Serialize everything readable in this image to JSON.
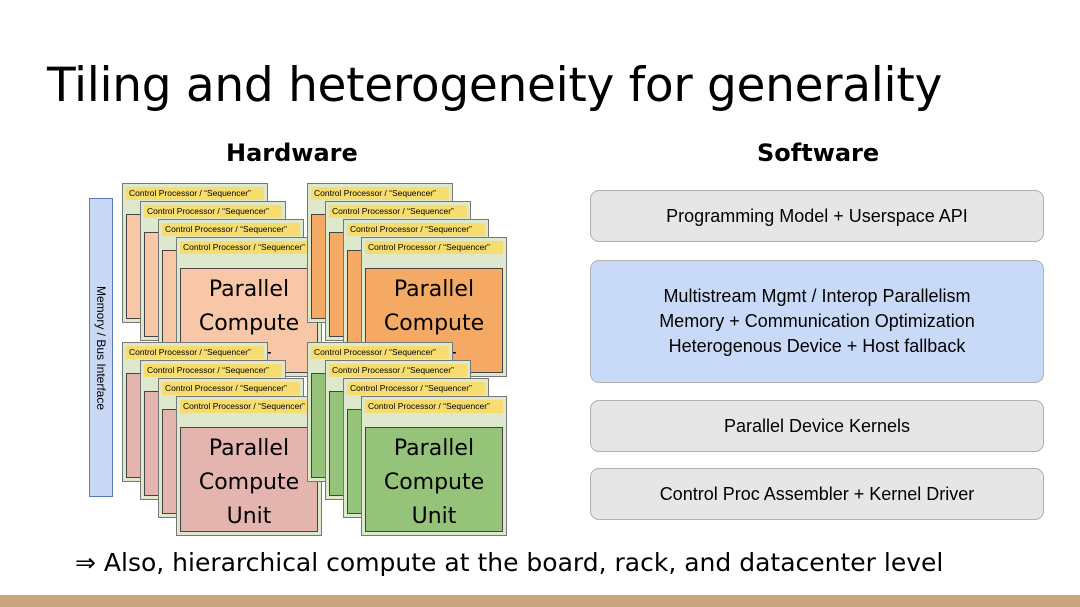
{
  "slide": {
    "title": "Tiling and heterogeneity for generality",
    "footer": "⇒ Also, hierarchical compute at the board, rack, and datacenter level"
  },
  "hardware": {
    "heading": "Hardware",
    "bus_label": "Memory / Bus Interface",
    "sequencer_label": "Control Processor / “Sequencer”",
    "unit_label": "Parallel\nCompute\nUnit",
    "clusters": [
      {
        "name": "top-left",
        "tile_fill": "#f8c7a7",
        "bg_fill": "#dde8cc"
      },
      {
        "name": "top-right",
        "tile_fill": "#f4a964",
        "bg_fill": "#dde8cc"
      },
      {
        "name": "bottom-left",
        "tile_fill": "#e4b5ae",
        "bg_fill": "#dde8cc"
      },
      {
        "name": "bottom-right",
        "tile_fill": "#95c37a",
        "bg_fill": "#dde8cc"
      }
    ]
  },
  "software": {
    "heading": "Software",
    "layers": [
      {
        "label": "Programming Model + Userspace API",
        "color": "#e6e6e6"
      },
      {
        "label": "Multistream Mgmt / Interop Parallelism\nMemory + Communication Optimization\nHeterogenous Device + Host fallback",
        "color": "#c9daf8"
      },
      {
        "label": "Parallel Device Kernels",
        "color": "#e6e6e6"
      },
      {
        "label": "Control Proc Assembler + Kernel Driver",
        "color": "#e6e6e6"
      }
    ]
  },
  "theme": {
    "bottom_band": "#c8a57a"
  }
}
